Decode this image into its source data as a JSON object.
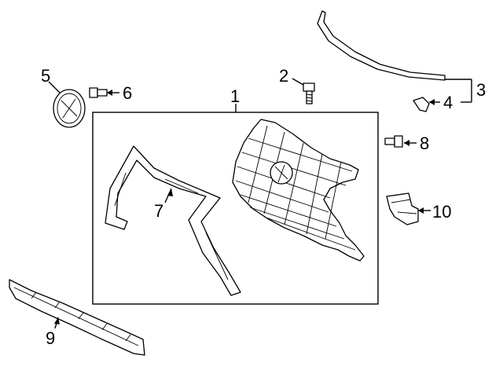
{
  "diagram": {
    "callouts": [
      {
        "id": "1",
        "label": "1"
      },
      {
        "id": "2",
        "label": "2"
      },
      {
        "id": "3",
        "label": "3"
      },
      {
        "id": "4",
        "label": "4"
      },
      {
        "id": "5",
        "label": "5"
      },
      {
        "id": "6",
        "label": "6"
      },
      {
        "id": "7",
        "label": "7"
      },
      {
        "id": "8",
        "label": "8"
      },
      {
        "id": "9",
        "label": "9"
      },
      {
        "id": "10",
        "label": "10"
      }
    ],
    "parts": [
      {
        "callout": "1",
        "icon": "grille-assembly-icon"
      },
      {
        "callout": "2",
        "icon": "bolt-icon"
      },
      {
        "callout": "3",
        "icon": "molding-strip-icon"
      },
      {
        "callout": "4",
        "icon": "clip-icon"
      },
      {
        "callout": "5",
        "icon": "emblem-icon"
      },
      {
        "callout": "6",
        "icon": "screw-icon"
      },
      {
        "callout": "7",
        "icon": "surround-frame-icon"
      },
      {
        "callout": "8",
        "icon": "screw-icon"
      },
      {
        "callout": "9",
        "icon": "lower-bracket-icon"
      },
      {
        "callout": "10",
        "icon": "mounting-bracket-icon"
      }
    ],
    "colors": {
      "line": "#000000",
      "background": "#ffffff"
    }
  }
}
